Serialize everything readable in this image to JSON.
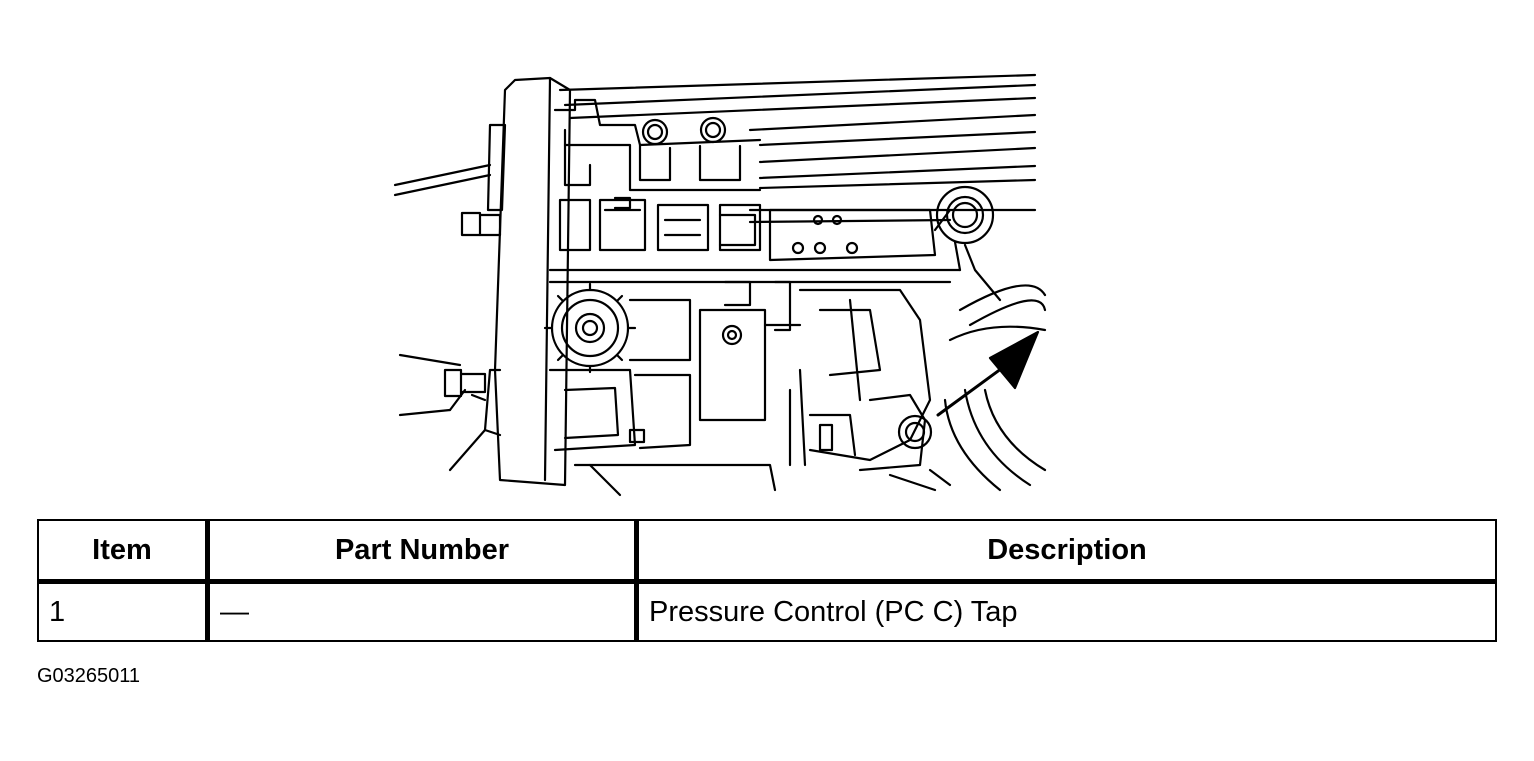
{
  "figure": {
    "icon": "transmission-pressure-tap-illustration"
  },
  "table": {
    "headers": {
      "item": "Item",
      "part_number": "Part Number",
      "description": "Description"
    },
    "rows": [
      {
        "item": "1",
        "part_number": "—",
        "description": "Pressure Control (PC C) Tap"
      }
    ]
  },
  "figure_code": "G03265011"
}
